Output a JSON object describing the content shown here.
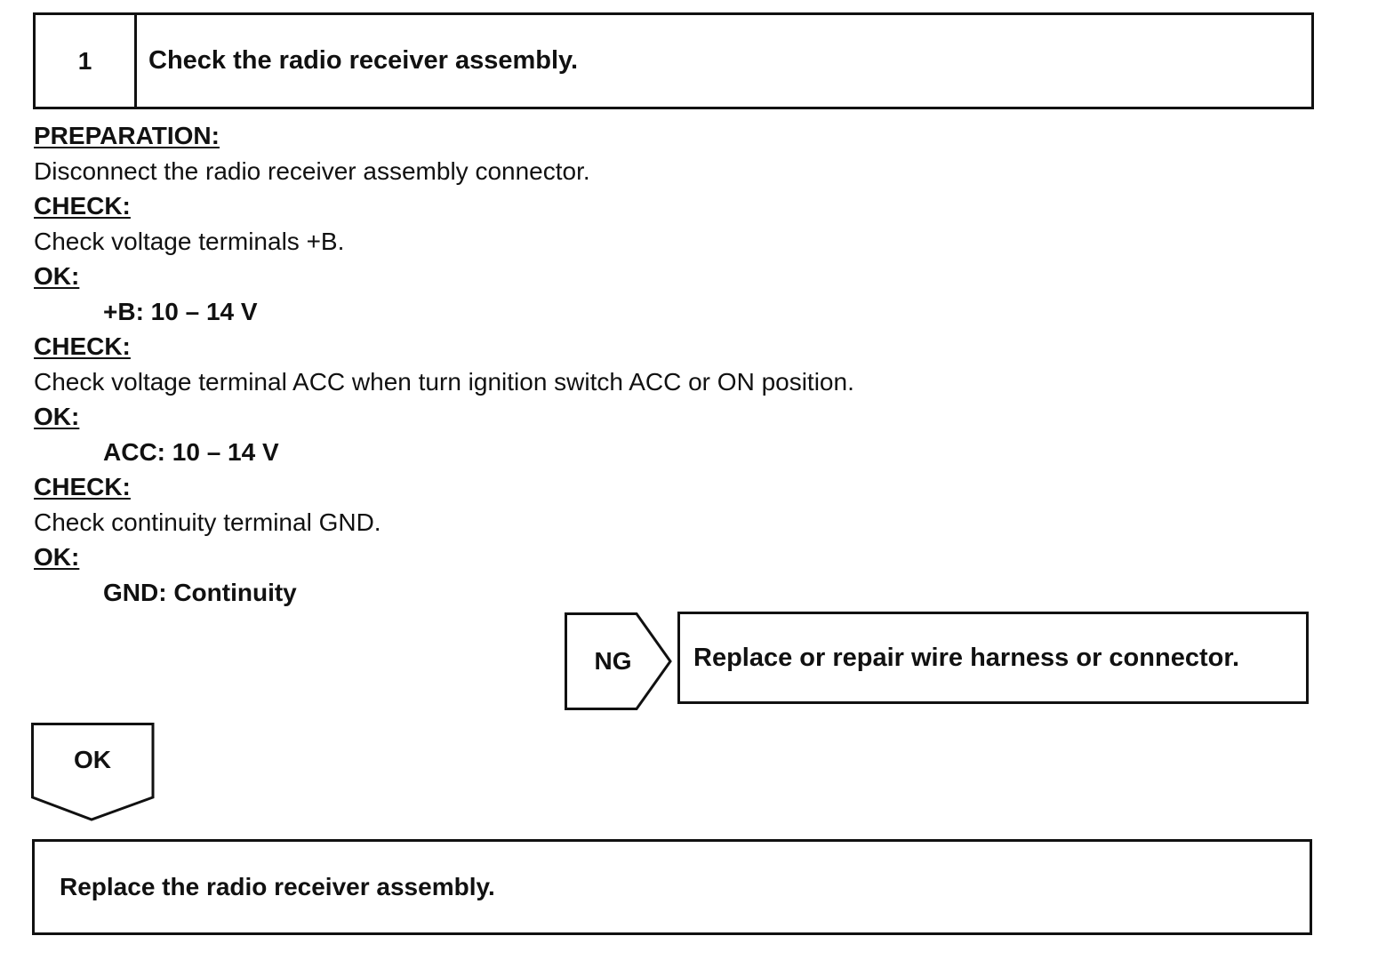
{
  "step": {
    "number": "1",
    "title": "Check the radio receiver assembly."
  },
  "procedure": [
    {
      "kind": "heading",
      "text": "PREPARATION:"
    },
    {
      "kind": "text",
      "text": "Disconnect the radio receiver assembly connector."
    },
    {
      "kind": "heading",
      "text": "CHECK:"
    },
    {
      "kind": "text",
      "text": "Check voltage terminals +B."
    },
    {
      "kind": "heading",
      "text": "OK:"
    },
    {
      "kind": "spec",
      "text": "+B: 10 – 14 V"
    },
    {
      "kind": "heading",
      "text": "CHECK:"
    },
    {
      "kind": "text",
      "text": "Check voltage terminal ACC when turn ignition switch ACC or ON position."
    },
    {
      "kind": "heading",
      "text": "OK:"
    },
    {
      "kind": "spec",
      "text": "ACC: 10 – 14 V"
    },
    {
      "kind": "heading",
      "text": "CHECK:"
    },
    {
      "kind": "text",
      "text": "Check continuity terminal GND."
    },
    {
      "kind": "heading",
      "text": "OK:"
    },
    {
      "kind": "spec",
      "text": "GND: Continuity"
    }
  ],
  "ng_branch": {
    "label": "NG",
    "action": "Replace or repair wire harness or connector."
  },
  "ok_branch": {
    "label": "OK",
    "action": "Replace the radio receiver assembly."
  }
}
